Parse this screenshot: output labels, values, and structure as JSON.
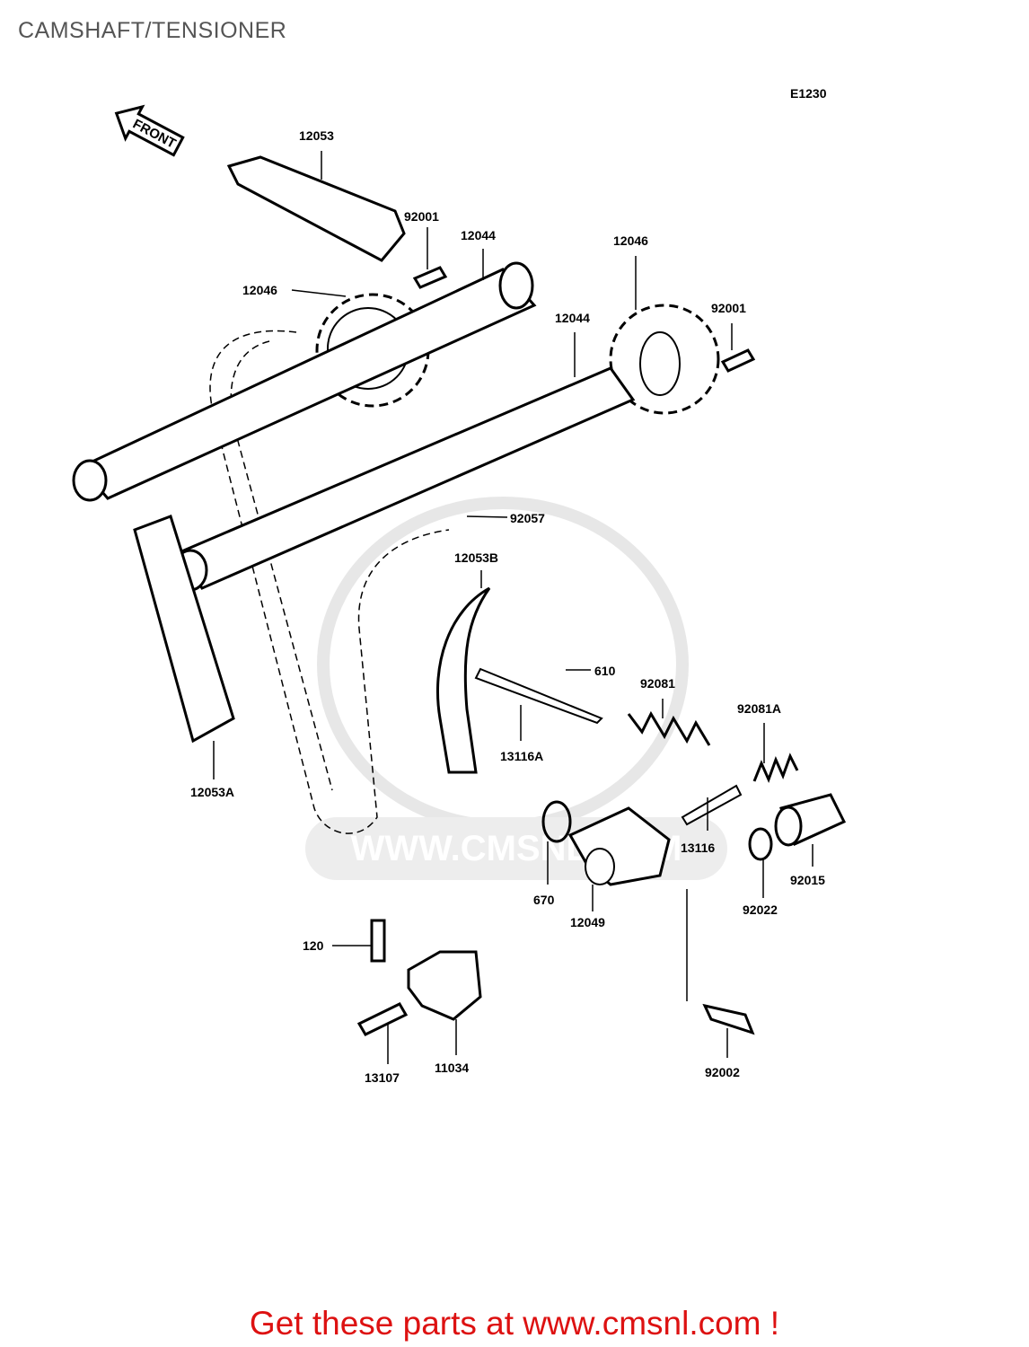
{
  "title": "CAMSHAFT/TENSIONER",
  "diagram_code": "E1230",
  "front_arrow": "FRONT",
  "watermark": "WWW.CMSNL.COM",
  "parts": {
    "p12053": "12053",
    "p92001a": "92001",
    "p12044a": "12044",
    "p12046a": "12046",
    "p12046b": "12046",
    "p12044b": "12044",
    "p92001b": "92001",
    "p92057": "92057",
    "p12053b": "12053B",
    "p610": "610",
    "p92081": "92081",
    "p92081a": "92081A",
    "p13116a": "13116A",
    "p13116": "13116",
    "p12053a": "12053A",
    "p670": "670",
    "p12049": "12049",
    "p92022": "92022",
    "p92015": "92015",
    "p120": "120",
    "p13107": "13107",
    "p11034": "11034",
    "p92002": "92002"
  },
  "promo": "Get these parts at www.cmsnl.com !"
}
